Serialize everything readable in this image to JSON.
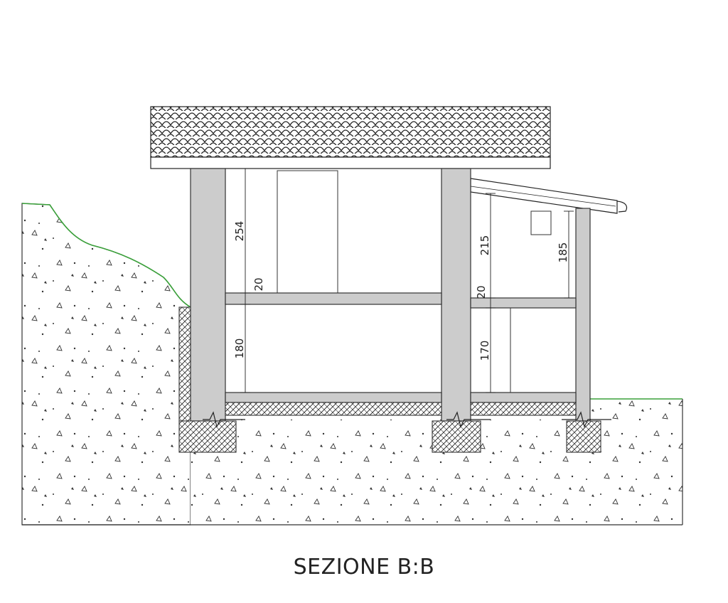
{
  "title": "SEZIONE B:B",
  "dimensions": {
    "main_upper_height": "254",
    "main_slab": "20",
    "main_lower_height": "180",
    "annex_upper_height": "215",
    "annex_window_height": "185",
    "annex_slab": "20",
    "annex_lower_height": "170"
  },
  "colors": {
    "concrete": "#cccccc",
    "line": "#333333",
    "ground_line": "#3aa03a"
  }
}
